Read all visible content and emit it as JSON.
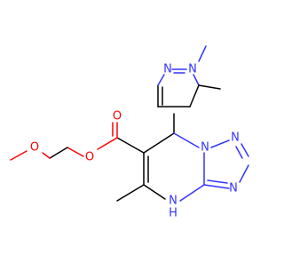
{
  "molecule": {
    "atom_labels": {
      "n_pyrazole_top": "N",
      "n_pyrazole_methyl": "N",
      "n_fused_bridge": "N",
      "n_triazole_top": "N",
      "n_triazole_right": "N",
      "nh_label": "N",
      "nh_h": "H",
      "o_carbonyl": "O",
      "o_ester": "O",
      "o_ether": "O"
    },
    "colors": {
      "carbon_bond": "#000000",
      "nitrogen": "#3333ff",
      "oxygen": "#ff0000",
      "background": "#ffffff"
    }
  }
}
